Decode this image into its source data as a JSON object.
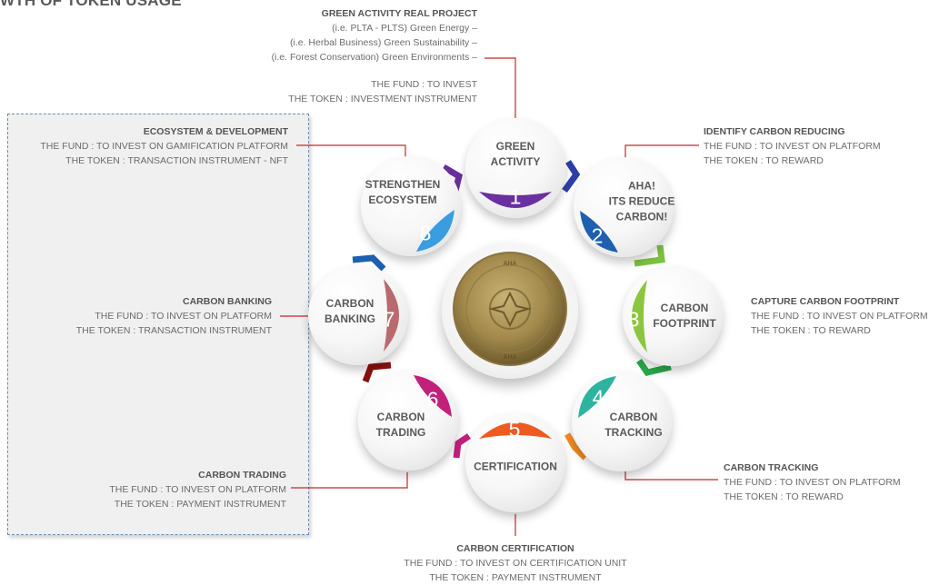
{
  "title": "WTH OF TOKEN USAGE",
  "coin_text": "AHA",
  "nodes": [
    {
      "number": "1",
      "lines": [
        "GREEN",
        "ACTIVITY"
      ],
      "color": "#6a2fa0"
    },
    {
      "number": "2",
      "lines": [
        "AHA!",
        "ITS REDUCE",
        "CARBON!"
      ],
      "color": "#1e5fb0"
    },
    {
      "number": "3",
      "lines": [
        "CARBON",
        "FOOTPRINT"
      ],
      "color": "#8cc63f"
    },
    {
      "number": "4",
      "lines": [
        "CARBON",
        "TRACKING"
      ],
      "color": "#2eb3a0"
    },
    {
      "number": "5",
      "lines": [
        "CERTIFICATION"
      ],
      "color": "#ee5a1f"
    },
    {
      "number": "6",
      "lines": [
        "CARBON",
        "TRADING"
      ],
      "color": "#c2207a"
    },
    {
      "number": "7",
      "lines": [
        "CARBON",
        "BANKING"
      ],
      "color": "#b96a6e"
    },
    {
      "number": "8",
      "lines": [
        "STRENGTHEN",
        "ECOSYSTEM"
      ],
      "color": "#3a9de0"
    }
  ],
  "labels": {
    "green_activity": {
      "title": "GREEN ACTIVITY REAL PROJECT",
      "lines": [
        "(i.e. PLTA - PLTS) Green Energy –",
        "(i.e. Herbal Business) Green Sustainability –",
        "(i.e. Forest Conservation) Green Environments –"
      ],
      "fund": "THE FUND : TO INVEST",
      "token": "THE TOKEN : INVESTMENT  INSTRUMENT"
    },
    "identify": {
      "title": "IDENTIFY CARBON REDUCING",
      "fund": "THE FUND : TO INVEST ON PLATFORM",
      "token": "THE TOKEN : TO REWARD"
    },
    "capture": {
      "title": "CAPTURE CARBON FOOTPRINT",
      "fund": "THE FUND : TO INVEST ON PLATFORM",
      "token": "THE TOKEN : TO REWARD"
    },
    "tracking": {
      "title": "CARBON TRACKING",
      "fund": "THE FUND : TO INVEST ON PLATFORM",
      "token": "THE TOKEN : TO REWARD"
    },
    "certification": {
      "title": "CARBON CERTIFICATION",
      "fund": "THE FUND : TO INVEST ON CERTIFICATION UNIT",
      "token": "THE TOKEN : PAYMENT  INSTRUMENT"
    },
    "trading": {
      "title": "CARBON TRADING",
      "fund": "THE FUND : TO INVEST ON PLATFORM",
      "token": "THE TOKEN : PAYMENT  INSTRUMENT"
    },
    "banking": {
      "title": "CARBON BANKING",
      "fund": "THE FUND : TO INVEST ON PLATFORM",
      "token": "THE TOKEN : TRANSACTION  INSTRUMENT"
    },
    "ecosystem": {
      "title": "ECOSYSTEM  & DEVELOPMENT",
      "fund": "THE FUND : TO INVEST ON GAMIFICATION PLATFORM",
      "token": "THE TOKEN : TRANSACTION  INSTRUMENT - NFT"
    }
  },
  "colors": {
    "connector": "#c62828",
    "coin_gold": "#b49a5a"
  }
}
